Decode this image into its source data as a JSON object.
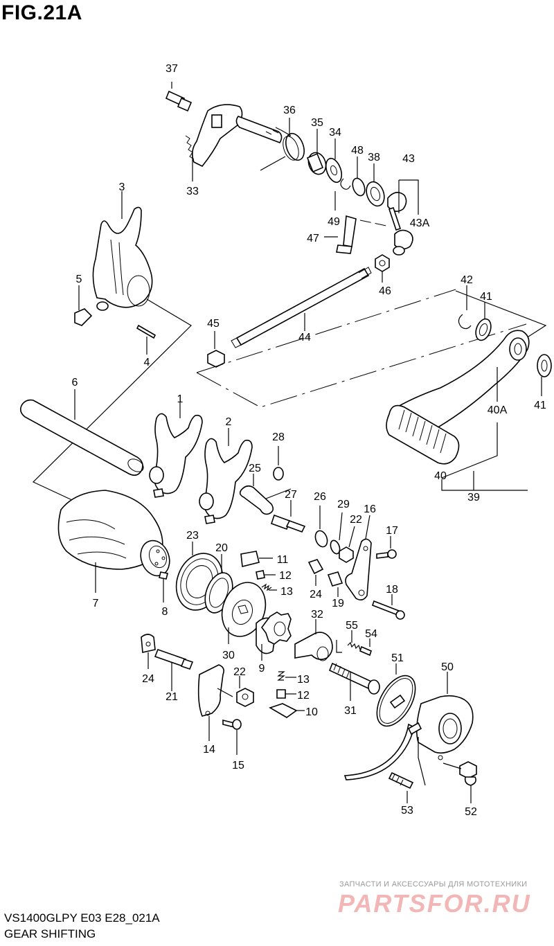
{
  "figure": {
    "title": "FIG.21A",
    "model_line": "VS1400GLPY E03 E28_021A",
    "section": "GEAR SHIFTING"
  },
  "watermark": {
    "tagline": "ЗАПЧАСТИ И АКСЕССУАРЫ ДЛЯ МОТОТЕХНИКИ",
    "brand": "PARTSFOR.RU"
  },
  "callouts": [
    {
      "id": "c37",
      "label": "37"
    },
    {
      "id": "c36",
      "label": "36"
    },
    {
      "id": "c35",
      "label": "35"
    },
    {
      "id": "c34",
      "label": "34"
    },
    {
      "id": "c48",
      "label": "48"
    },
    {
      "id": "c38",
      "label": "38"
    },
    {
      "id": "c43",
      "label": "43"
    },
    {
      "id": "c33",
      "label": "33"
    },
    {
      "id": "c49",
      "label": "49"
    },
    {
      "id": "c43a",
      "label": "43A"
    },
    {
      "id": "c47",
      "label": "47"
    },
    {
      "id": "c3",
      "label": "3"
    },
    {
      "id": "c46",
      "label": "46"
    },
    {
      "id": "c5",
      "label": "5"
    },
    {
      "id": "c42",
      "label": "42"
    },
    {
      "id": "c41a",
      "label": "41"
    },
    {
      "id": "c45",
      "label": "45"
    },
    {
      "id": "c44",
      "label": "44"
    },
    {
      "id": "c4",
      "label": "4"
    },
    {
      "id": "c6",
      "label": "6"
    },
    {
      "id": "c1",
      "label": "1"
    },
    {
      "id": "c2",
      "label": "2"
    },
    {
      "id": "c40a",
      "label": "40A"
    },
    {
      "id": "c41b",
      "label": "41"
    },
    {
      "id": "c28",
      "label": "28"
    },
    {
      "id": "c25",
      "label": "25"
    },
    {
      "id": "c27",
      "label": "27"
    },
    {
      "id": "c26",
      "label": "26"
    },
    {
      "id": "c29",
      "label": "29"
    },
    {
      "id": "c16",
      "label": "16"
    },
    {
      "id": "c22a",
      "label": "22"
    },
    {
      "id": "c17",
      "label": "17"
    },
    {
      "id": "c40",
      "label": "40"
    },
    {
      "id": "c39",
      "label": "39"
    },
    {
      "id": "c23",
      "label": "23"
    },
    {
      "id": "c20",
      "label": "20"
    },
    {
      "id": "c11",
      "label": "11"
    },
    {
      "id": "c12a",
      "label": "12"
    },
    {
      "id": "c13a",
      "label": "13"
    },
    {
      "id": "c24a",
      "label": "24"
    },
    {
      "id": "c19",
      "label": "19"
    },
    {
      "id": "c18",
      "label": "18"
    },
    {
      "id": "c7",
      "label": "7"
    },
    {
      "id": "c8",
      "label": "8"
    },
    {
      "id": "c32",
      "label": "32"
    },
    {
      "id": "c55",
      "label": "55"
    },
    {
      "id": "c54",
      "label": "54"
    },
    {
      "id": "c30",
      "label": "30"
    },
    {
      "id": "c9",
      "label": "9"
    },
    {
      "id": "c51",
      "label": "51"
    },
    {
      "id": "c50",
      "label": "50"
    },
    {
      "id": "c24b",
      "label": "24"
    },
    {
      "id": "c22b",
      "label": "22"
    },
    {
      "id": "c13b",
      "label": "13"
    },
    {
      "id": "c21",
      "label": "21"
    },
    {
      "id": "c12b",
      "label": "12"
    },
    {
      "id": "c31",
      "label": "31"
    },
    {
      "id": "c10",
      "label": "10"
    },
    {
      "id": "c14",
      "label": "14"
    },
    {
      "id": "c15",
      "label": "15"
    },
    {
      "id": "c53",
      "label": "53"
    },
    {
      "id": "c52",
      "label": "52"
    }
  ]
}
